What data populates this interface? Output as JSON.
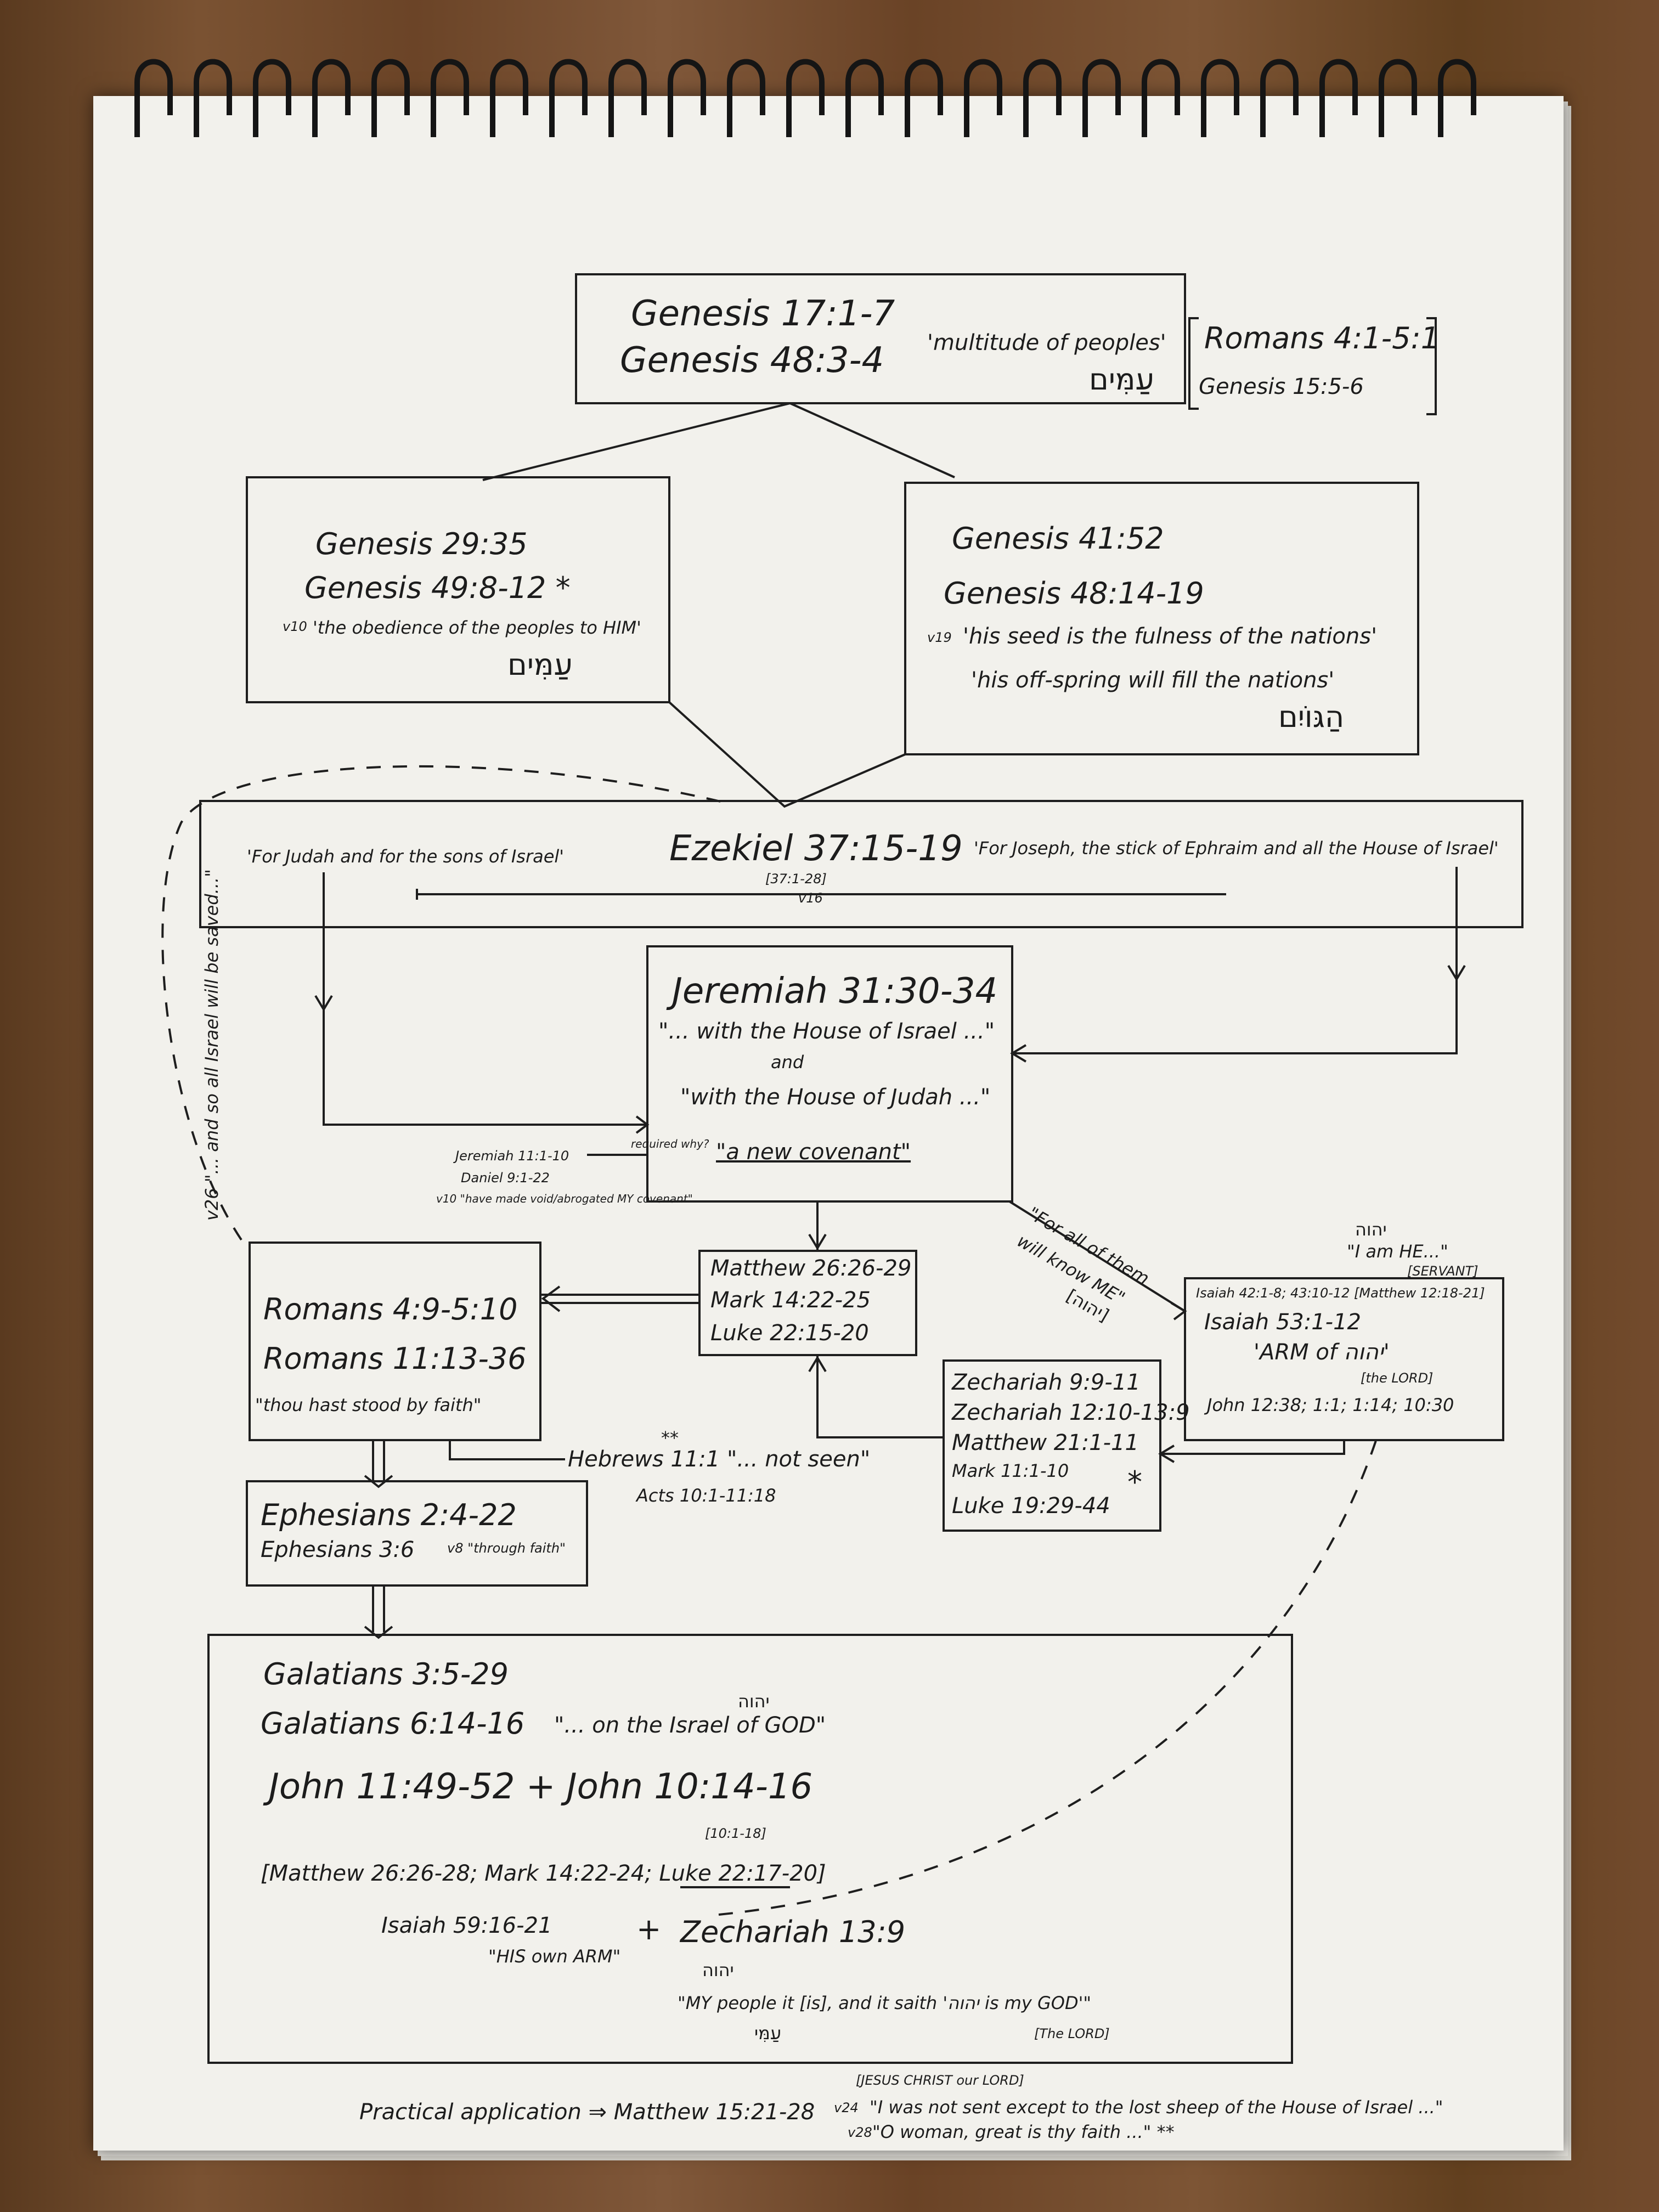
{
  "top": {
    "ref1": "Genesis 17:1-7",
    "ref2": "Genesis 48:3-4",
    "quote": "'multitude of peoples'",
    "hebrew": "עַמִּים",
    "side1": "Romans 4:1-5:1",
    "side2": "Genesis 15:5-6"
  },
  "left_box": {
    "ref1": "Genesis 29:35",
    "ref2": "Genesis 49:8-12 *",
    "verse": "v10",
    "quote": "'the obedience of the peoples to HIM'",
    "hebrew": "עַמִּים"
  },
  "right_box": {
    "ref1": "Genesis 41:52",
    "ref2": "Genesis 48:14-19",
    "verse": "v19",
    "quote1": "'his seed is the fulness of the nations'",
    "quote2": "'his off-spring will fill the nations'",
    "hebrew": "הַגּוֹיִם"
  },
  "ezekiel": {
    "ref": "Ezekiel 37:15-19",
    "sub": "[37:1-28]",
    "verse": "v16",
    "left_quote": "'For Judah and for the sons of Israel'",
    "right_quote": "'For Joseph, the stick of Ephraim and all the House of Israel'"
  },
  "jeremiah": {
    "ref": "Jeremiah 31:30-34",
    "q1": "\"... with the House of Israel ...\"",
    "and": "and",
    "q2": "\"with the House of Judah ...\"",
    "covenant": "\"a new covenant\""
  },
  "jer_side": {
    "r1": "Jeremiah 11:1-10",
    "r2": "Daniel 9:1-22",
    "note": "v10 \"have made void/abrogated MY covenant\"",
    "required": "required why?"
  },
  "gospels": {
    "r1": "Matthew 26:26-29",
    "r2": "Mark 14:22-25",
    "r3": "Luke 22:15-20"
  },
  "romans_box": {
    "r1": "Romans 4:9-5:10",
    "r2": "Romans 11:13-36",
    "quote": "\"thou hast stood by faith\""
  },
  "hebrews": {
    "r1": "Hebrews 11:1 \"... not seen\"",
    "stars": "**",
    "r2": "Acts 10:1-11:18"
  },
  "ephesians": {
    "r1": "Ephesians 2:4-22",
    "r2": "Ephesians 3:6",
    "note": "v8 \"through faith\""
  },
  "isaiah_box": {
    "above1": "יהוה",
    "above2": "\"I am HE...\"",
    "above3": "[SERVANT]",
    "r1": "Isaiah 42:1-8; 43:10-12 [Matthew 12:18-21]",
    "r2": "Isaiah 53:1-12",
    "arm": "'ARM of יהוה'",
    "lord": "[the LORD]",
    "r3": "John 12:38; 1:1; 1:14; 10:30"
  },
  "for_all": {
    "l1": "\"For all of them",
    "l2": "will know ME\"",
    "l3": "[יהוה]"
  },
  "zechariah_box": {
    "r1": "Zechariah 9:9-11",
    "r2": "Zechariah 12:10-13:9",
    "r3": "Matthew 21:1-11",
    "r4": "Mark 11:1-10",
    "r5": "Luke 19:29-44",
    "star": "*"
  },
  "galatians_box": {
    "r1": "Galatians 3:5-29",
    "r2": "Galatians 6:14-16",
    "q2": "\"... on the Israel of GOD\"",
    "god_heb": "יהוה",
    "r3": "John 11:49-52 + John 10:14-16",
    "r3sub": "[10:1-18]",
    "r4": "[Matthew 26:26-28; Mark 14:22-24; Luke 22:17-20]",
    "r5": "Isaiah 59:16-21",
    "r5q": "\"HIS own ARM\"",
    "plus": "+",
    "r6": "Zechariah 13:9",
    "heb_my": "יהוה",
    "r6q": "\"MY people it [is], and it saith 'יהוה is my GOD'\"",
    "heb_people": "עַמִּי",
    "lord": "[The LORD]"
  },
  "left_vertical": "v26 \"... and so all Israel will be saved...\"",
  "footer": {
    "practical": "Practical application ⇒ Matthew 15:21-28",
    "v24": "v24",
    "v28": "v28",
    "jesus": "[JESUS CHRIST our LORD]",
    "q1": "\"I was not sent except to the lost sheep of the House of Israel ...\"",
    "q2": "\"O woman, great is thy faith ...\" **"
  },
  "colors": {
    "ink": "#1c1c1c",
    "paper": "#f2f1ec",
    "wood": "#6b4427",
    "ring": "#1a1a1a"
  }
}
